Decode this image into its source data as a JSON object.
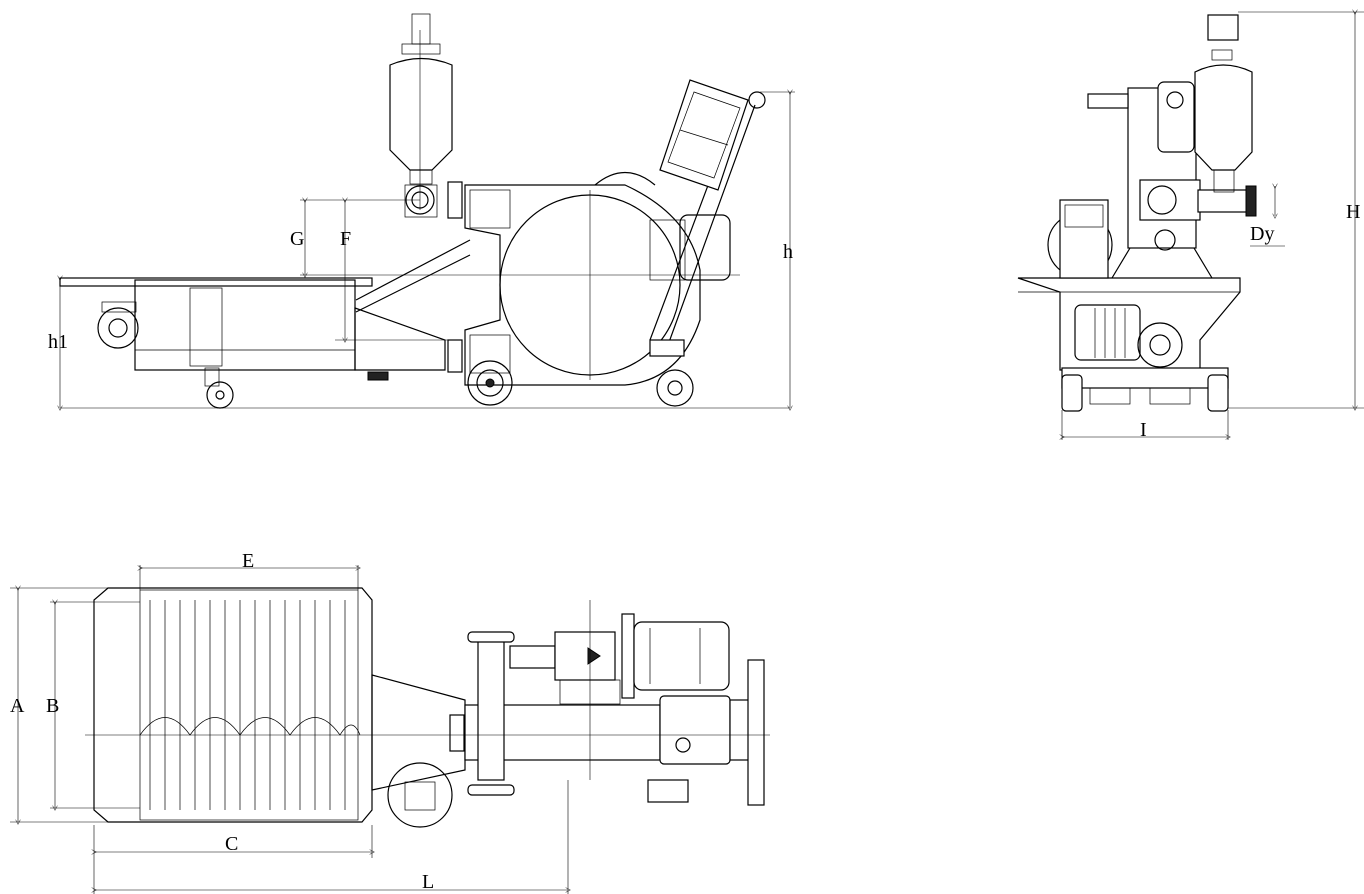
{
  "labels": {
    "G": "G",
    "F": "F",
    "h": "h",
    "h1": "h1",
    "H": "H",
    "Dy": "Dy",
    "I": "I",
    "E": "E",
    "A": "A",
    "B": "B",
    "C": "C",
    "L": "L"
  }
}
